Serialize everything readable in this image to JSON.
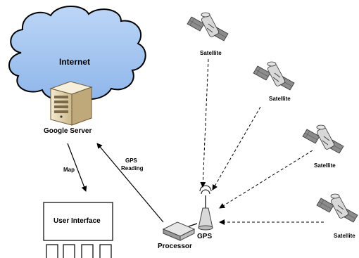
{
  "labels": {
    "internet": "Internet",
    "google_server": "Google Server",
    "map": "Map",
    "gps_reading_line1": "GPS",
    "gps_reading_line2": "Reading",
    "user_interface": "User Interface",
    "processor": "Processor",
    "gps": "GPS",
    "satellite": "Satellite"
  },
  "colors": {
    "cloud_fill": "#a9c8f0",
    "cloud_outline": "#000000",
    "server_beige": "#e8d9b5",
    "satellite_panel": "#8c8c8c",
    "satellite_body": "#d8d8d8",
    "line": "#000000"
  },
  "icons": {
    "cloud": "cloud-icon",
    "server": "server-icon",
    "satellite": "satellite-icon",
    "antenna": "gps-antenna-icon",
    "router": "processor-router-icon"
  }
}
